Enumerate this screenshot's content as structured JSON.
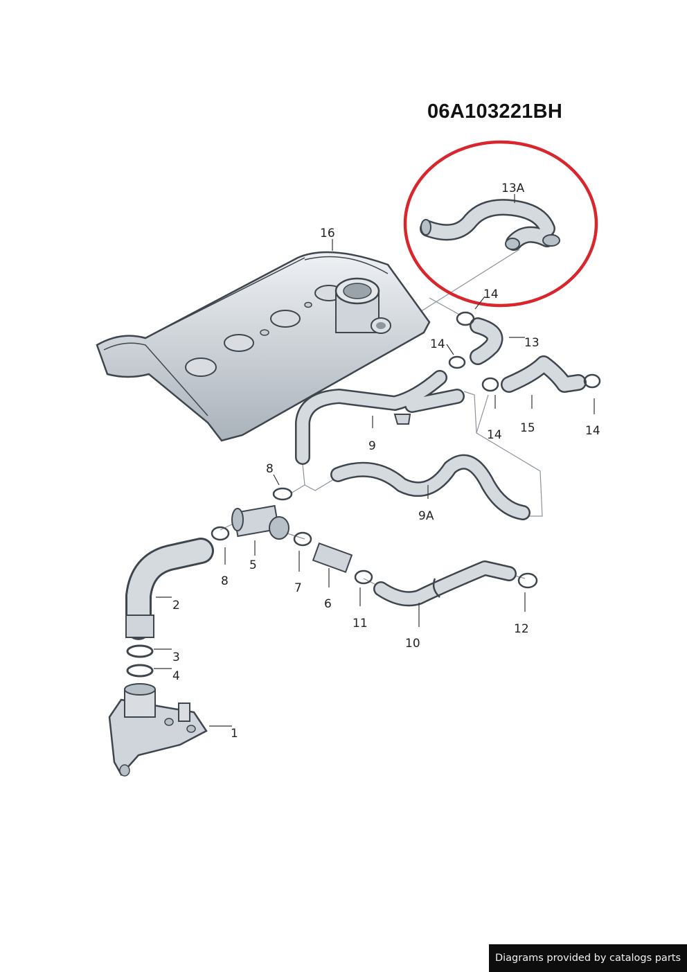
{
  "part_number": "06A103221BH",
  "footer_text": "Diagrams provided by catalogs parts",
  "highlight_color": "#d9262c",
  "labels": {
    "p1": "1",
    "p2": "2",
    "p3": "3",
    "p4": "4",
    "p5": "5",
    "p6": "6",
    "p7": "7",
    "p8a": "8",
    "p8b": "8",
    "p9": "9",
    "p9a": "9A",
    "p10": "10",
    "p11": "11",
    "p12": "12",
    "p13": "13",
    "p13a": "13A",
    "p14a": "14",
    "p14b": "14",
    "p14c": "14",
    "p14d": "14",
    "p15": "15",
    "p16": "16"
  }
}
